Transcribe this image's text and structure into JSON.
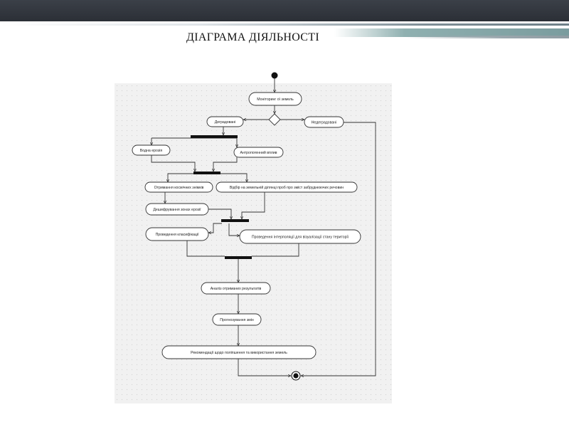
{
  "slide": {
    "title": "ДІАГРАМА ДІЯЛЬНОСТІ"
  },
  "diagram": {
    "nodes": {
      "monitoring": "Моніторинг ої земель",
      "degraded": "Деградовані",
      "nondegraded": "Недеградовані",
      "water_erosion": "Водна ерозія",
      "anthropogenic": "Антропогенний вплив",
      "satellite_images": "Отримання космічних знімків",
      "soil_sampling": "Відбір на земельній ділянці проб про зміст забруднюючих речовин",
      "erosion_deciphering": "Дешифрування зонах ерозії",
      "classification": "Проведення класифікації",
      "interpolation": "Проведення інтерполяції для візуалізації стану території",
      "analysis": "Аналіз отриманих результатів",
      "forecasting": "Прогнозування змін",
      "recommendations": "Рекомендації щодо поліпшення та використання земель"
    },
    "colors": {
      "line": "#333333",
      "node_fill": "#ffffff",
      "bar": "#111111",
      "panel": "#f1f1f1"
    }
  }
}
